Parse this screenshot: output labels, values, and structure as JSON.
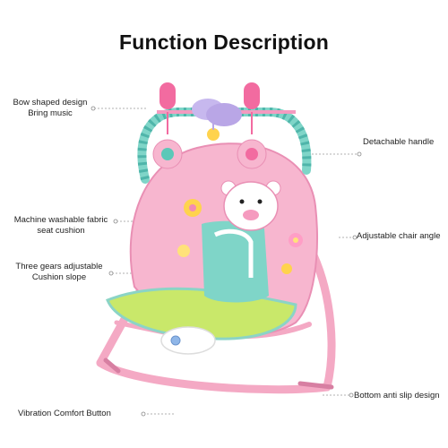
{
  "title": "Function Description",
  "callouts": {
    "bow": {
      "line1": "Bow shaped design",
      "line2": "Bring music"
    },
    "washable": {
      "line1": "Machine washable fabric",
      "line2": "seat cushion"
    },
    "gears": {
      "line1": "Three gears adjustable",
      "line2": "Cushion slope"
    },
    "vibration": {
      "text": "Vibration Comfort Button"
    },
    "handle": {
      "text": "Detachable handle"
    },
    "angle": {
      "text": "Adjustable chair angle"
    },
    "antislip": {
      "text": "Bottom anti slip design"
    }
  },
  "colors": {
    "frame_pink": "#f4a9c4",
    "seat_pink": "#f7b6cf",
    "mint": "#6fd0c6",
    "lime": "#c9e86a",
    "toy_purple": "#b9a6e6"
  }
}
